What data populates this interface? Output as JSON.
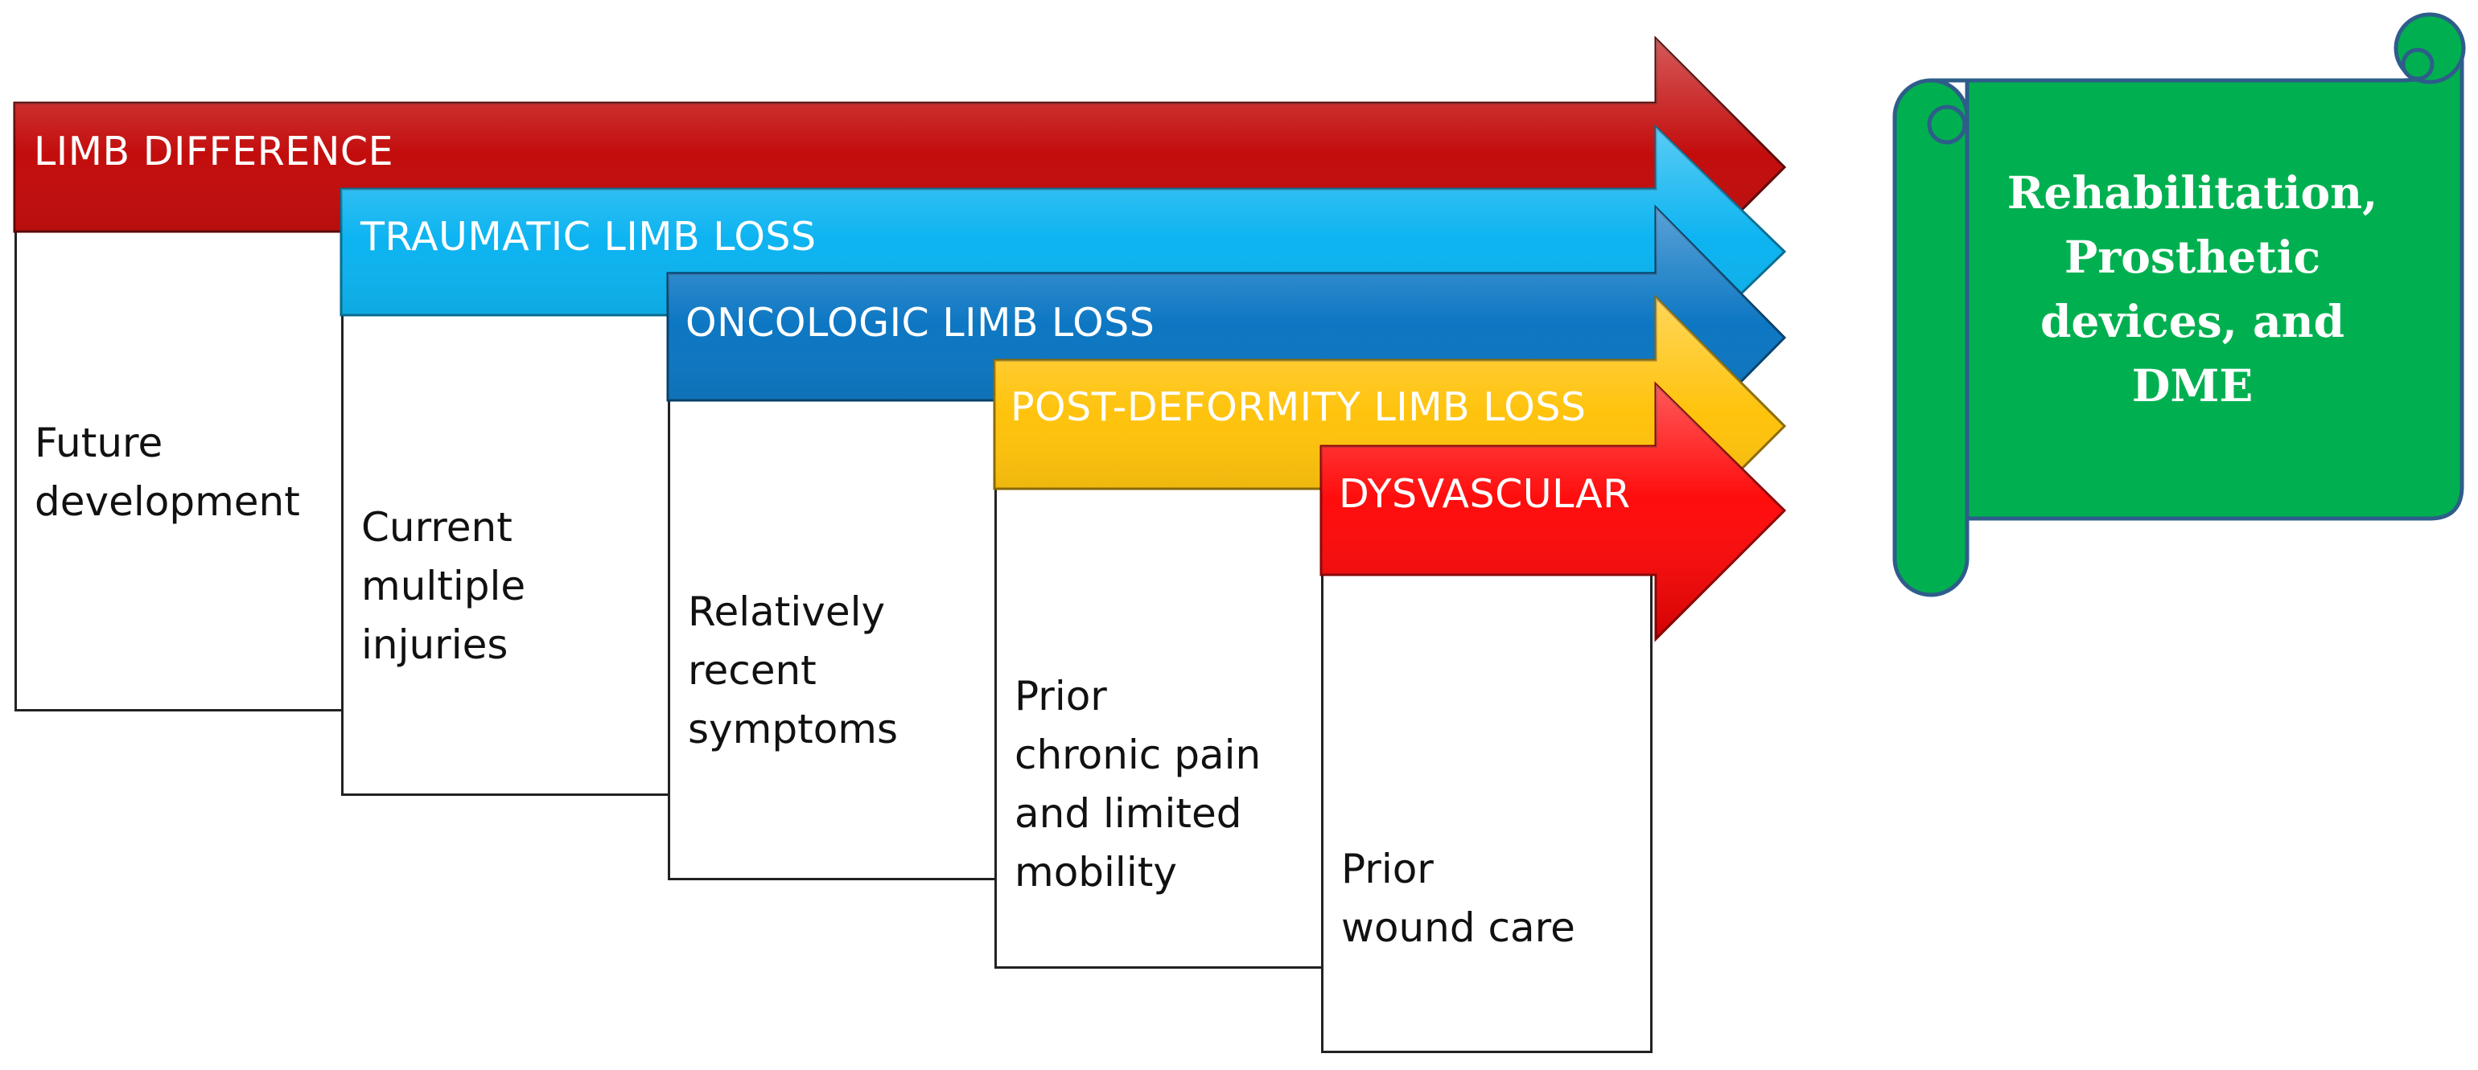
{
  "stages": [
    {
      "label": "LIMB DIFFERENCE",
      "description": "Future\ndevelopment",
      "color": "#C00000"
    },
    {
      "label": "TRAUMATIC  LIMB LOSS",
      "description": "Current\nmultiple\ninjuries",
      "color": "#00B0F0"
    },
    {
      "label": "ONCOLOGIC LIMB LOSS",
      "description": "Relatively\nrecent\nsymptoms",
      "color": "#0070C0"
    },
    {
      "label": "POST-DEFORMITY  LIMB LOSS",
      "description": "Prior\nchronic pain\nand limited\nmobility",
      "color": "#FFC000"
    },
    {
      "label": "DYSVASCULAR",
      "description": "Prior\nwound care",
      "color": "#FF0000"
    }
  ],
  "outcome": {
    "text": "Rehabilitation,\nProsthetic\ndevices, and\nDME",
    "color": "#00B050"
  }
}
